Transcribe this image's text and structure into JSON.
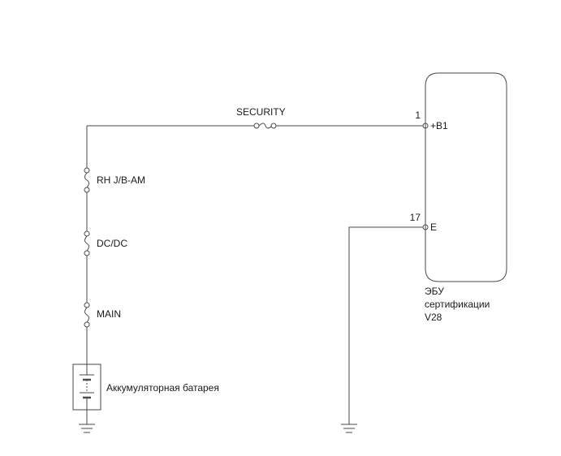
{
  "fuses": {
    "security": "SECURITY",
    "rh_jb_am": "RH J/B-AM",
    "dc_dc": "DC/DC",
    "main": "MAIN"
  },
  "battery": {
    "label": "Аккумуляторная батарея"
  },
  "ecu": {
    "name_line1": "ЭБУ",
    "name_line2": "сертификации",
    "code": "V28",
    "pins": [
      {
        "number": "1",
        "name": "+B1"
      },
      {
        "number": "17",
        "name": "E"
      }
    ]
  },
  "colors": {
    "wire": "#4a4a4a",
    "text": "#1a1a1a"
  }
}
